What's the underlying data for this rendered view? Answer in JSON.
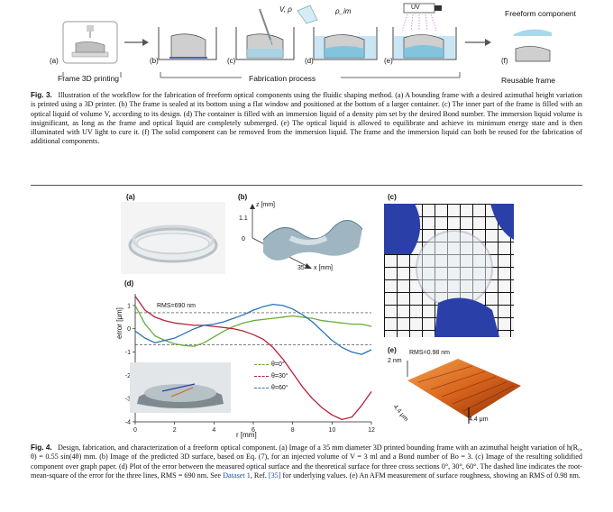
{
  "fig3": {
    "labels": {
      "a": "(a)",
      "b": "(b)",
      "c": "(c)",
      "d": "(d)",
      "e": "(e)",
      "f": "(f)"
    },
    "v_rho": "V, ρ",
    "rho_im": "ρ_im",
    "uv": "UV",
    "freeform": "Freeform component",
    "frame_3d": "Frame 3D printing",
    "fab_process": "Fabrication process",
    "reusable": "Reusable frame",
    "caption_title": "Fig. 3.",
    "caption_text": "Illustration of the workflow for the fabrication of freeform optical components using the fluidic shaping method. (a) A bounding frame with a desired azimuthal height variation is printed using a 3D printer. (b) The frame is sealed at its bottom using a flat window and positioned at the bottom of a larger container. (c) The inner part of the frame is filled with an optical liquid of volume V, according to its design. (d) The container is filled with an immersion liquid of a density ρim set by the desired Bond number. The immersion liquid volume is insignificant, as long as the frame and optical liquid are completely submerged. (e) The optical liquid is allowed to equilibrate and achieve its minimum energy state and is then illuminated with UV light to cure it. (f) The solid component can be removed from the immersion liquid. The frame and the immersion liquid can both be reused for the fabrication of additional components."
  },
  "fig4": {
    "labels": {
      "a": "(a)",
      "b": "(b)",
      "c": "(c)",
      "d": "(d)",
      "e": "(e)"
    },
    "b_axis": {
      "z": "z [mm]",
      "z_ticks": [
        "1.1",
        "0"
      ],
      "x": "x [mm]",
      "x_tick": "35"
    },
    "e_annot": {
      "rms": "RMS=0.98 nm",
      "z": "2 nm",
      "y": "4.4 μm",
      "x": "4.4 μm"
    },
    "caption_title": "Fig. 4.",
    "caption_pre": "Design, fabrication, and characterization of a freeform optical component. (a) Image of a 35 mm diameter 3D printed bounding frame with an azimuthal height variation of h(R₀, θ) = 0.55 sin(4θ) mm. (b) Image of the predicted 3D surface, based on Eq. (7), for an injected volume of V = 3 ml and a Bond number of Bo = 3. (c) Image of the resulting solidified component over graph paper. (d) Plot of the error between the measured optical surface and the theoretical surface for three cross sections 0°, 30°, 60°. The dashed line indicates the root-mean-square of the error for the three lines, RMS = 690 nm. See ",
    "caption_link1": "Dataset 1",
    "caption_mid": ", Ref. ",
    "caption_link2": "[35]",
    "caption_post": " for underlying values. (e) An AFM measurement of surface roughness, showing an RMS of 0.98 nm."
  },
  "chart_data": {
    "type": "line",
    "xlabel": "r [mm]",
    "ylabel": "error [μm]",
    "xlim": [
      0,
      12
    ],
    "ylim": [
      -4,
      1.5
    ],
    "xticks": [
      "0",
      "2",
      "4",
      "6",
      "8",
      "10",
      "12"
    ],
    "yticks": [
      "1",
      "0",
      "-1",
      "-2",
      "-3",
      "-4"
    ],
    "rms_label": "RMS=690 nm",
    "rms": 0.69,
    "series": [
      {
        "name": "θ=0°",
        "color": "#6aab3a",
        "x": [
          0,
          0.5,
          1,
          1.5,
          2,
          2.5,
          3,
          3.5,
          4,
          4.5,
          5,
          5.5,
          6,
          6.5,
          7,
          7.5,
          8,
          8.5,
          9,
          9.5,
          10,
          10.5,
          11,
          11.5,
          12
        ],
        "y": [
          1.0,
          0.2,
          -0.3,
          -0.5,
          -0.65,
          -0.72,
          -0.75,
          -0.6,
          -0.35,
          -0.1,
          0.1,
          0.25,
          0.35,
          0.4,
          0.45,
          0.5,
          0.55,
          0.5,
          0.45,
          0.35,
          0.3,
          0.25,
          0.2,
          0.2,
          0.1
        ]
      },
      {
        "name": "θ=30°",
        "color": "#b5213a",
        "x": [
          0,
          0.5,
          1,
          1.5,
          2,
          2.5,
          3,
          3.5,
          4,
          4.5,
          5,
          5.5,
          6,
          6.5,
          7,
          7.5,
          8,
          8.5,
          9,
          9.5,
          10,
          10.5,
          11,
          11.5,
          12
        ],
        "y": [
          1.4,
          0.8,
          0.5,
          0.35,
          0.25,
          0.2,
          0.15,
          0.15,
          0.1,
          0.05,
          0.0,
          -0.1,
          -0.25,
          -0.45,
          -0.8,
          -1.3,
          -1.9,
          -2.5,
          -3.0,
          -3.4,
          -3.7,
          -3.9,
          -3.8,
          -3.3,
          -2.7
        ]
      },
      {
        "name": "θ=60°",
        "color": "#2a74b8",
        "x": [
          0,
          0.5,
          1,
          1.5,
          2,
          2.5,
          3,
          3.5,
          4,
          4.5,
          5,
          5.5,
          6,
          6.5,
          7,
          7.5,
          8,
          8.5,
          9,
          9.5,
          10,
          10.5,
          11,
          11.5,
          12
        ],
        "y": [
          -0.1,
          -0.4,
          -0.6,
          -0.5,
          -0.4,
          -0.2,
          0.0,
          0.15,
          0.2,
          0.3,
          0.45,
          0.6,
          0.8,
          0.95,
          1.05,
          1.0,
          0.85,
          0.6,
          0.3,
          -0.1,
          -0.5,
          -0.8,
          -1.0,
          -1.1,
          -0.9
        ]
      }
    ]
  }
}
